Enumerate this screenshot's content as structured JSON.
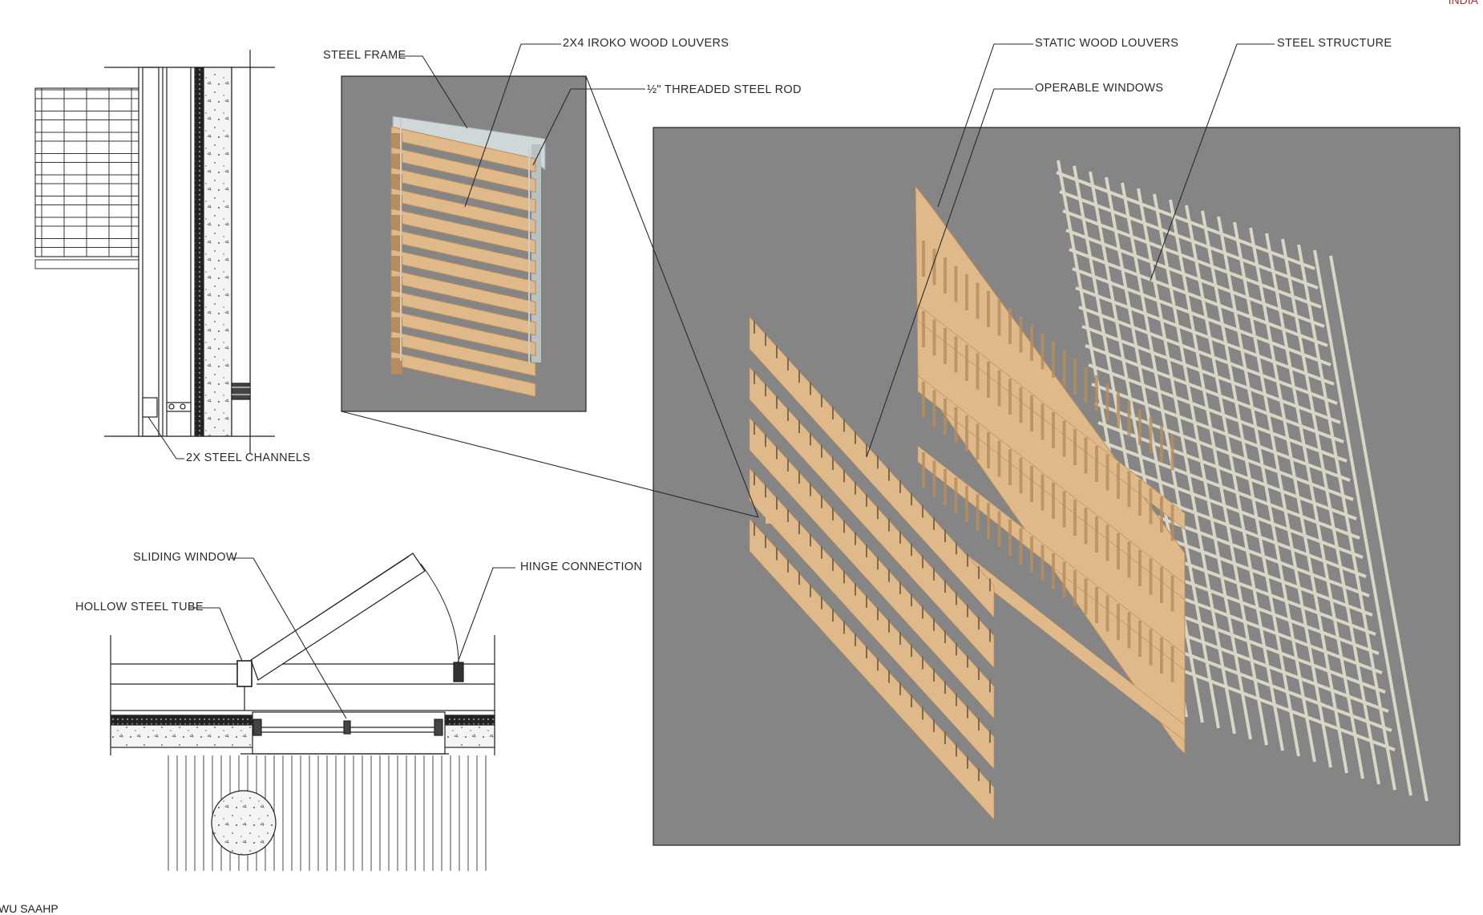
{
  "sheet": {
    "corner_top_right": "INDIA",
    "corner_bottom_left": "WU SAAHP"
  },
  "labels": {
    "steel_frame": "STEEL FRAME",
    "iroko_louvers": "2X4 IROKO WOOD LOUVERS",
    "threaded_rod": "½\" THREADED STEEL ROD",
    "static_louvers": "STATIC WOOD LOUVERS",
    "operable_windows": "OPERABLE WINDOWS",
    "steel_structure": "STEEL STRUCTURE",
    "steel_channels": "2X STEEL CHANNELS",
    "sliding_window": "SLIDING WINDOW",
    "hollow_steel_tube": "HOLLOW STEEL TUBE",
    "hinge_connection": "HINGE CONNECTION"
  },
  "colors": {
    "render_background": "#858585",
    "wood": "#e0b98a",
    "wood_dark": "#b78c5c",
    "steel": "#d8d5c4",
    "line": "#2a2a2a"
  }
}
